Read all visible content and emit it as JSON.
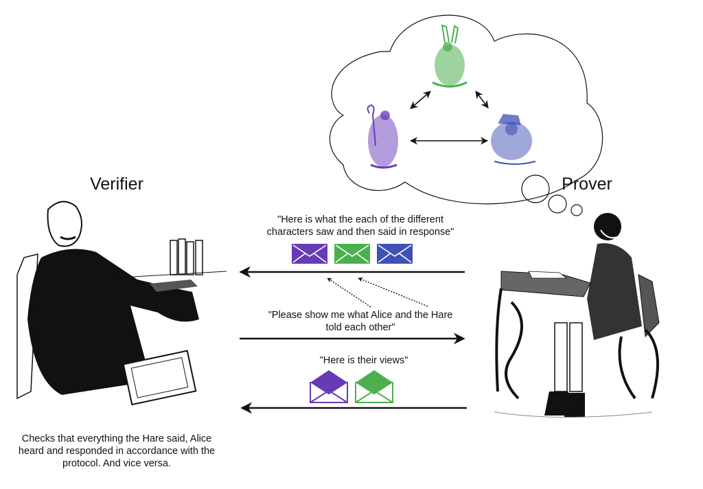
{
  "roles": {
    "verifier": {
      "label": "Verifier"
    },
    "prover": {
      "label": "Prover"
    }
  },
  "thought_cloud": {
    "characters": [
      {
        "name": "White Rabbit (Hare)",
        "color": "#4caf50"
      },
      {
        "name": "Alice",
        "color": "#673ab7"
      },
      {
        "name": "Mad Hatter",
        "color": "#3f51b5"
      }
    ]
  },
  "messages": [
    {
      "direction": "prover-to-verifier",
      "text_lines": [
        "\"Here is what the each of the different",
        "characters saw and then said in response\""
      ],
      "envelopes": [
        {
          "state": "closed",
          "color": "#673ab7"
        },
        {
          "state": "closed",
          "color": "#4caf50"
        },
        {
          "state": "closed",
          "color": "#3f51b5"
        }
      ]
    },
    {
      "direction": "verifier-to-prover",
      "text_lines": [
        "\"Please show me what Alice and the Hare",
        "told each other\""
      ]
    },
    {
      "direction": "prover-to-verifier",
      "text_lines": [
        "\"Here is their views\""
      ],
      "envelopes": [
        {
          "state": "open",
          "color": "#673ab7"
        },
        {
          "state": "open",
          "color": "#4caf50"
        }
      ]
    }
  ],
  "verifier_caption": {
    "lines": [
      "Checks that everything the Hare said, Alice",
      "heard and responded in accordance with the",
      "protocol. And vice versa."
    ]
  }
}
